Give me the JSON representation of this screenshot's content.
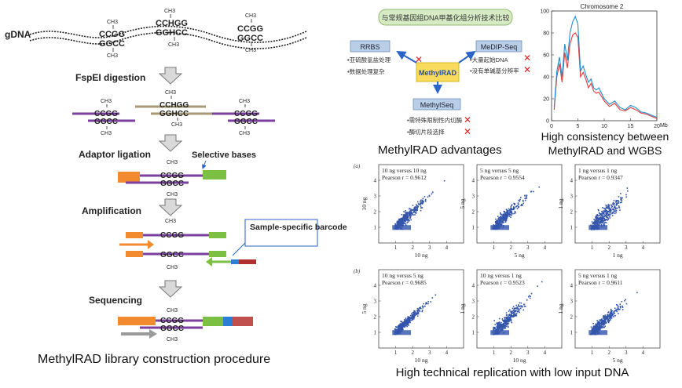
{
  "left_panel": {
    "gdna_label": "gDNA",
    "steps": [
      "FspEI digestion",
      "Adaptor ligation",
      "Amplification",
      "Sequencing"
    ],
    "selective_bases_label": "Selective bases",
    "barcode_label": "Sample-specific barcode",
    "caption": "MethylRAD library construction procedure",
    "seq": {
      "ch3": "CH3",
      "ch3_sub": "3",
      "ccgg": "CCGG",
      "ggcc": "GGCC",
      "cchgg": "CCHGG",
      "gghcc": "GGHCC"
    }
  },
  "advantages_panel": {
    "title_cn": "与常规基因组DNA甲基化组分析技术比较",
    "center_label": "MethylRAD",
    "rrbs": {
      "label": "RRBS",
      "points": [
        "•亚硫酸氢盐处理",
        "•数据处理复杂"
      ]
    },
    "medip": {
      "label": "MeDIP-Seq",
      "points": [
        "•大量起始DNA",
        "•没有单碱基分辨率"
      ]
    },
    "methylseq": {
      "label": "MethylSeq",
      "points": [
        "•需特殊限制性内切酶",
        "•酶切片段选择"
      ]
    },
    "cross_mark": "✕",
    "caption": "MethylRAD advantages"
  },
  "chromosome_panel": {
    "title": "Chromosome 2",
    "y_ticks": [
      "0",
      "20",
      "40",
      "60",
      "80",
      "100"
    ],
    "x_ticks": [
      "0",
      "5",
      "10",
      "15",
      "20"
    ],
    "x_unit": "Mb",
    "caption_line1": "High consistency between",
    "caption_line2": "MethylRAD and WGBS"
  },
  "scatter_panel": {
    "row_labels": [
      "(a)",
      "(b)"
    ],
    "caption": "High technical replication with low input DNA"
  },
  "chart_data": [
    {
      "type": "line",
      "title": "Chromosome 2",
      "xlabel": "Mb",
      "ylabel": "",
      "xlim": [
        0,
        20
      ],
      "ylim": [
        0,
        100
      ],
      "x": [
        0.5,
        1.0,
        1.5,
        2.0,
        2.5,
        3.0,
        3.5,
        4.0,
        4.5,
        5.0,
        5.5,
        6.0,
        6.5,
        7.0,
        7.5,
        8.0,
        8.5,
        9.0,
        9.5,
        10.0,
        11.0,
        12.0,
        13.0,
        14.0,
        15.0,
        16.0,
        17.0,
        18.0,
        19.0,
        20.0
      ],
      "series": [
        {
          "name": "",
          "color": "#1f8ecf",
          "values": [
            12,
            45,
            58,
            40,
            70,
            55,
            80,
            90,
            95,
            88,
            45,
            50,
            42,
            35,
            38,
            30,
            28,
            30,
            25,
            20,
            15,
            18,
            12,
            10,
            14,
            12,
            8,
            7,
            5,
            3
          ]
        },
        {
          "name": "",
          "color": "#e23a3a",
          "values": [
            10,
            40,
            52,
            35,
            62,
            48,
            70,
            78,
            80,
            76,
            40,
            44,
            38,
            30,
            34,
            27,
            25,
            26,
            22,
            18,
            13,
            16,
            10,
            9,
            12,
            10,
            7,
            6,
            4,
            2
          ]
        }
      ]
    },
    {
      "type": "scatter",
      "title": "10 ng versus 10 ng",
      "stat_label": "Pearson r = 0.9612",
      "xlabel": "10 ng",
      "ylabel": "10 ng",
      "xlim": [
        0,
        5
      ],
      "ylim": [
        0,
        5
      ],
      "x_ticks": [
        1,
        2,
        3,
        4
      ],
      "y_ticks": [
        1,
        2,
        3,
        4
      ],
      "pearson_r": 0.9612
    },
    {
      "type": "scatter",
      "title": "5 ng versus 5 ng",
      "stat_label": "Pearson r = 0.9554",
      "xlabel": "5 ng",
      "ylabel": "5 ng",
      "xlim": [
        0,
        5
      ],
      "ylim": [
        0,
        5
      ],
      "x_ticks": [
        1,
        2,
        3,
        4
      ],
      "y_ticks": [
        1,
        2,
        3,
        4
      ],
      "pearson_r": 0.9554
    },
    {
      "type": "scatter",
      "title": "1 ng versus 1 ng",
      "stat_label": "Pearson r = 0.9347",
      "xlabel": "1 ng",
      "ylabel": "1 ng",
      "xlim": [
        0,
        5
      ],
      "ylim": [
        0,
        5
      ],
      "x_ticks": [
        1,
        2,
        3,
        4
      ],
      "y_ticks": [
        1,
        2,
        3,
        4
      ],
      "pearson_r": 0.9347
    },
    {
      "type": "scatter",
      "title": "10 ng versus 5 ng",
      "stat_label": "Pearson r = 0.9685",
      "xlabel": "10 ng",
      "ylabel": "5 ng",
      "xlim": [
        0,
        5
      ],
      "ylim": [
        0,
        5
      ],
      "x_ticks": [
        1,
        2,
        3,
        4
      ],
      "y_ticks": [
        1,
        2,
        3,
        4
      ],
      "pearson_r": 0.9685
    },
    {
      "type": "scatter",
      "title": "10 ng versus 1 ng",
      "stat_label": "Pearson r = 0.9523",
      "xlabel": "10 ng",
      "ylabel": "1 ng",
      "xlim": [
        0,
        5
      ],
      "ylim": [
        0,
        5
      ],
      "x_ticks": [
        1,
        2,
        3,
        4
      ],
      "y_ticks": [
        1,
        2,
        3,
        4
      ],
      "pearson_r": 0.9523
    },
    {
      "type": "scatter",
      "title": "5 ng versus 1 ng",
      "stat_label": "Pearson r = 0.9611",
      "xlabel": "5 ng",
      "ylabel": "1 ng",
      "xlim": [
        0,
        5
      ],
      "ylim": [
        0,
        5
      ],
      "x_ticks": [
        1,
        2,
        3,
        4
      ],
      "y_ticks": [
        1,
        2,
        3,
        4
      ],
      "pearson_r": 0.9611
    }
  ]
}
